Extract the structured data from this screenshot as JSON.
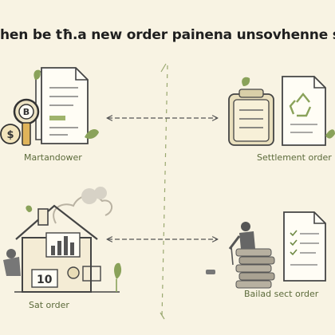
{
  "title": "hen be tħ.a new order pаinena unsovhenne se",
  "nodes": {
    "top_left": {
      "label": "Martandower"
    },
    "top_right": {
      "label": "Settlement order"
    },
    "bottom_left": {
      "label": "Sat order",
      "sign_text": "10"
    },
    "bottom_right": {
      "label": "Bailad sect order"
    }
  },
  "colors": {
    "background": "#f8f3e3",
    "outline": "#4a4a4a",
    "accent_green": "#8aa25a",
    "accent_olive": "#c7b98a",
    "arrow": "#555555"
  }
}
